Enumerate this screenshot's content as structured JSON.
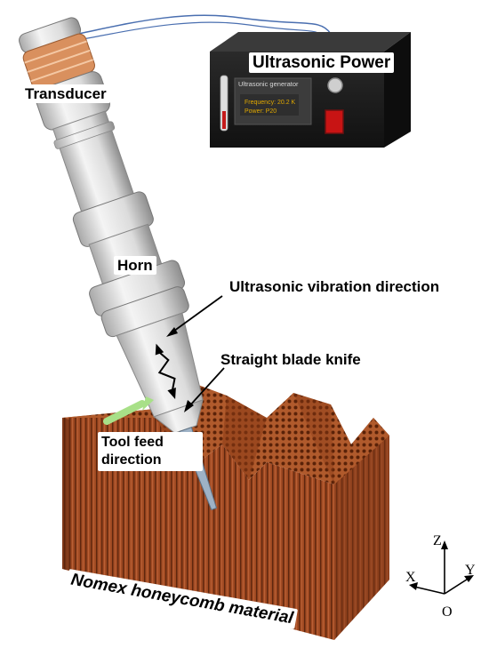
{
  "labels": {
    "transducer": "Transducer",
    "ultrasonic_power": "Ultrasonic Power",
    "horn": "Horn",
    "vibration_direction": "Ultrasonic vibration direction",
    "straight_blade_knife": "Straight blade knife",
    "tool_feed_direction": "Tool feed direction",
    "material": "Nomex honeycomb material"
  },
  "generator": {
    "title": "Ultrasonic generator",
    "frequency": "Frequency:  20.2 K",
    "power": "Power:    P20"
  },
  "axes": {
    "z": "Z",
    "y": "Y",
    "x": "X",
    "origin": "O"
  },
  "colors": {
    "honeycomb": "#a04a22",
    "honeycomb_dark": "#6e2e12",
    "box": "#1e1e1e",
    "feed_arrow": "#a8e088",
    "coil": "#d9905e"
  }
}
